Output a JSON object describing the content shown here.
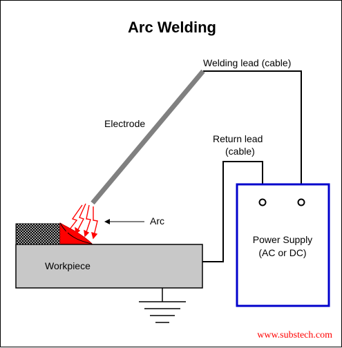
{
  "title": "Arc Welding",
  "labels": {
    "welding_lead": "Welding lead (cable)",
    "electrode": "Electrode",
    "return_lead_line1": "Return lead",
    "return_lead_line2": "(cable)",
    "arc": "Arc",
    "power_supply_line1": "Power Supply",
    "power_supply_line2": "(AC or DC)",
    "workpiece": "Workpiece"
  },
  "watermark": "www.substech.com",
  "colors": {
    "power_supply_border": "#0000cc",
    "workpiece_fill": "#c8c8c8",
    "electrode": "#808080",
    "arc": "#ff0000",
    "weld_pool": "#ff0000",
    "watermark": "#ff0000"
  },
  "components": [
    "electrode",
    "arc",
    "weld-bead",
    "workpiece",
    "ground-symbol",
    "power-supply",
    "welding-lead",
    "return-lead"
  ]
}
